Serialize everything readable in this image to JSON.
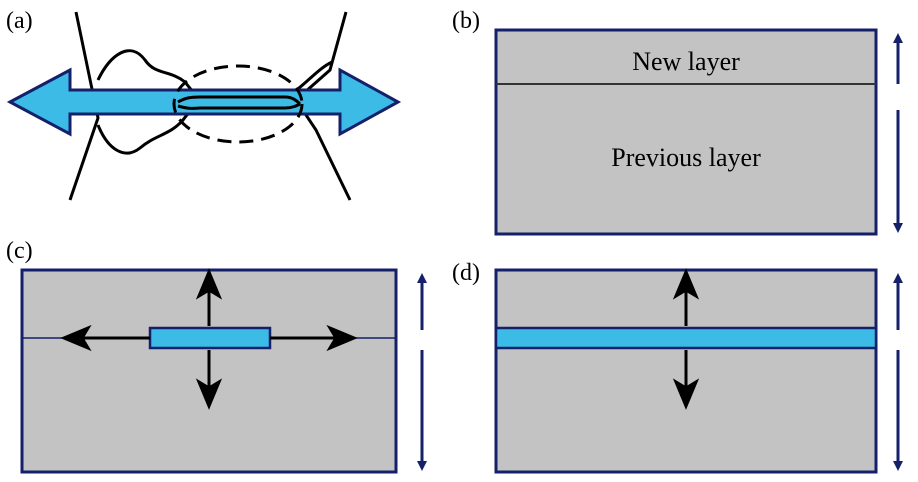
{
  "panels": {
    "a": {
      "label": "(a)"
    },
    "b": {
      "label": "(b)",
      "new_layer": "New layer",
      "previous_layer": "Previous layer"
    },
    "c": {
      "label": "(c)"
    },
    "d": {
      "label": "(d)"
    }
  },
  "colors": {
    "gray_fill": "#c3c3c3",
    "navy": "#14206a",
    "cyan": "#3bbbe6",
    "black": "#000000"
  }
}
